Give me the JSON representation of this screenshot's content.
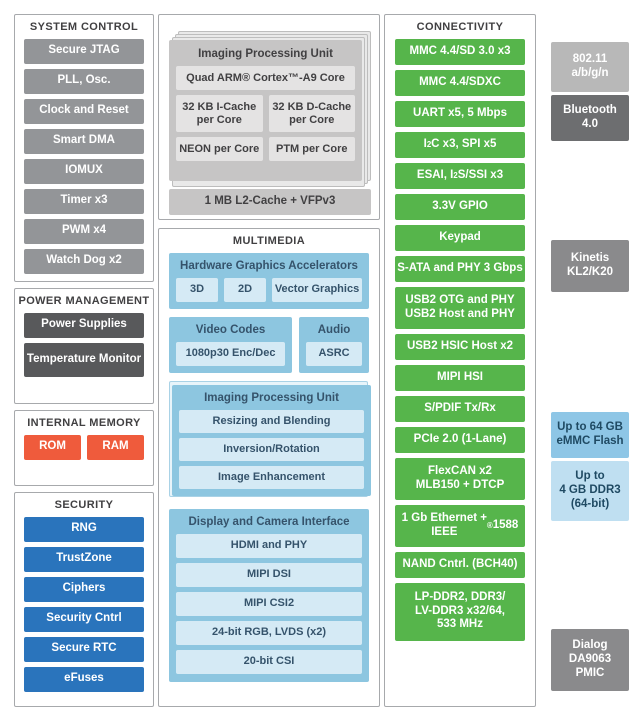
{
  "diagram": {
    "title": "SoC Block Diagram",
    "colors": {
      "system_gray": "#939598",
      "power_dark_gray": "#58595b",
      "memory_orange": "#ef5b3c",
      "security_blue": "#2a74bc",
      "connectivity_green": "#56b54b",
      "multimedia_blue": "#8dc6e0",
      "multimedia_sub_blue": "#d5eaf5",
      "cpu_gray": "#c6c5c5",
      "cpu_sub_gray": "#e4e3e3",
      "panel_border": "#a7a9ac"
    }
  },
  "system_control": {
    "title": "SYSTEM CONTROL",
    "items": [
      {
        "label": "Secure JTAG"
      },
      {
        "label": "PLL, Osc."
      },
      {
        "label": "Clock and Reset"
      },
      {
        "label": "Smart DMA"
      },
      {
        "label": "IOMUX"
      },
      {
        "label": "Timer x3"
      },
      {
        "label": "PWM x4"
      },
      {
        "label": "Watch Dog x2"
      }
    ]
  },
  "power_management": {
    "title": "POWER MANAGEMENT",
    "items": [
      {
        "label": "Power Supplies"
      },
      {
        "label": "Temperature Monitor"
      }
    ]
  },
  "internal_memory": {
    "title": "INTERNAL MEMORY",
    "items": [
      {
        "label": "ROM"
      },
      {
        "label": "RAM"
      }
    ]
  },
  "security": {
    "title": "SECURITY",
    "items": [
      {
        "label": "RNG"
      },
      {
        "label": "TrustZone"
      },
      {
        "label": "Ciphers"
      },
      {
        "label": "Security Cntrl"
      },
      {
        "label": "Secure RTC"
      },
      {
        "label": "eFuses"
      }
    ]
  },
  "processing": {
    "group_title": "Imaging Processing Unit",
    "core": "Quad ARM® Cortex™-A9 Core",
    "caches": [
      {
        "label": "32 KB I-Cache per Core"
      },
      {
        "label": "32 KB D-Cache per Core"
      }
    ],
    "extensions": [
      {
        "label": "NEON per Core"
      },
      {
        "label": "PTM per Core"
      }
    ],
    "l2": "1 MB L2-Cache + VFPv3"
  },
  "multimedia": {
    "title": "MULTIMEDIA",
    "graphics": {
      "header": "Hardware Graphics Accelerators",
      "items": [
        {
          "label": "3D"
        },
        {
          "label": "2D"
        },
        {
          "label": "Vector Graphics"
        }
      ]
    },
    "video": {
      "header": "Video Codes",
      "items": [
        {
          "label": "1080p30 Enc/Dec"
        }
      ]
    },
    "audio": {
      "header": "Audio",
      "items": [
        {
          "label": "ASRC"
        }
      ]
    },
    "ipu": {
      "header": "Imaging Processing Unit",
      "items": [
        {
          "label": "Resizing and Blending"
        },
        {
          "label": "Inversion/Rotation"
        },
        {
          "label": "Image Enhancement"
        }
      ]
    },
    "display": {
      "header": "Display and Camera Interface",
      "items": [
        {
          "label": "HDMI and PHY"
        },
        {
          "label": "MIPI DSI"
        },
        {
          "label": "MIPI CSI2"
        },
        {
          "label": "24-bit RGB, LVDS (x2)"
        },
        {
          "label": "20-bit CSI"
        }
      ]
    }
  },
  "connectivity": {
    "title": "CONNECTIVITY",
    "items": [
      {
        "label": "MMC 4.4/SD 3.0 x3",
        "html": "MMC 4.4/SD 3.0 x3"
      },
      {
        "label": "MMC 4.4/SDXC",
        "html": "MMC 4.4/SDXC"
      },
      {
        "label": "UART x5, 5 Mbps",
        "html": "UART x5, 5 Mbps"
      },
      {
        "label": "I2C x3, SPI x5",
        "html": "I<sup>2</sup>C x3, SPI x5"
      },
      {
        "label": "ESAI, I2S/SSI x3",
        "html": "ESAI, I<sup>2</sup>S/SSI x3"
      },
      {
        "label": "3.3V GPIO",
        "html": "3.3V GPIO"
      },
      {
        "label": "Keypad",
        "html": "Keypad"
      },
      {
        "label": "S-ATA and PHY 3 Gbps",
        "html": "S-ATA and PHY 3 Gbps"
      },
      {
        "label": "USB2 OTG and PHY USB2 Host and PHY",
        "html": "USB2 OTG and PHY<br>USB2 Host and PHY"
      },
      {
        "label": "USB2 HSIC Host x2",
        "html": "USB2 HSIC Host x2"
      },
      {
        "label": "MIPI HSI",
        "html": "MIPI HSI"
      },
      {
        "label": "S/PDIF Tx/Rx",
        "html": "S/PDIF Tx/Rx"
      },
      {
        "label": "PCIe 2.0 (1-Lane)",
        "html": "PCIe 2.0 (1-Lane)"
      },
      {
        "label": "FlexCAN x2 MLB150 + DTCP",
        "html": "FlexCAN x2<br>MLB150 + DTCP"
      },
      {
        "label": "1 Gb Ethernet + IEEE 1588",
        "html": "1 Gb Ethernet +<br>IEEE<sup>®</sup> 1588"
      },
      {
        "label": "NAND Cntrl. (BCH40)",
        "html": "NAND Cntrl. (BCH40)"
      },
      {
        "label": "LP-DDR2, DDR3/ LV-DDR3 x32/64, 533 MHz",
        "html": "LP-DDR2, DDR3/<br>LV-DDR3 x32/64,<br>533 MHz"
      }
    ]
  },
  "companions": {
    "items": [
      {
        "label": "802.11 a/b/g/n",
        "html": "802.11<br>a/b/g/n"
      },
      {
        "label": "Bluetooth 4.0",
        "html": "Bluetooth<br>4.0"
      },
      {
        "label": "Kinetis KL2/K20",
        "html": "Kinetis<br>KL2/K20"
      },
      {
        "label": "Up to 64 GB eMMC Flash",
        "html": "Up to 64 GB<br>eMMC Flash"
      },
      {
        "label": "Up to 4 GB DDR3 (64-bit)",
        "html": "Up to<br>4 GB DDR3<br>(64-bit)"
      },
      {
        "label": "Dialog DA9063 PMIC",
        "html": "Dialog<br>DA9063<br>PMIC"
      }
    ]
  }
}
